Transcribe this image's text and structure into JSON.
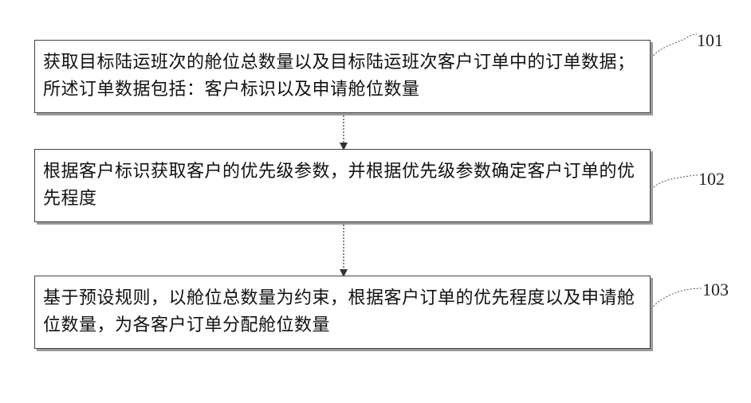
{
  "steps": [
    {
      "number": "101",
      "text": "获取目标陆运班次的舱位总数量以及目标陆运班次客户订单中的订单数据；所述订单数据包括：客户标识以及申请舱位数量"
    },
    {
      "number": "102",
      "text": "根据客户标识获取客户的优先级参数，并根据优先级参数确定客户订单的优先程度"
    },
    {
      "number": "103",
      "text": "基于预设规则，以舱位总数量为约束，根据客户订单的优先程度以及申请舱位数量，为各客户订单分配舱位数量"
    }
  ],
  "colors": {
    "box_border": "#444444",
    "box_shadow": "#9a9a9a",
    "arrow": "#333333",
    "text": "#111111"
  }
}
